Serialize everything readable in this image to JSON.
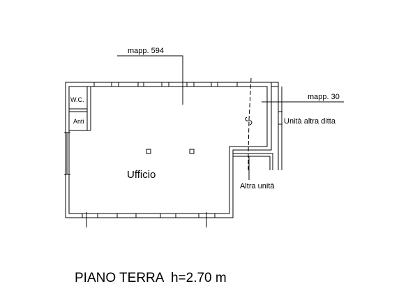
{
  "labels": {
    "mapp_594": "mapp. 594",
    "mapp_30": "mapp. 30",
    "wc": "W.C.",
    "anti": "Anti",
    "ufficio": "Ufficio",
    "unita_altra_ditta": "Unità altra ditta",
    "altra_unita": "Altra unità",
    "piano_terra": "PIANO TERRA  h=2.70 m"
  },
  "colors": {
    "line": "#000000",
    "background": "#ffffff"
  }
}
